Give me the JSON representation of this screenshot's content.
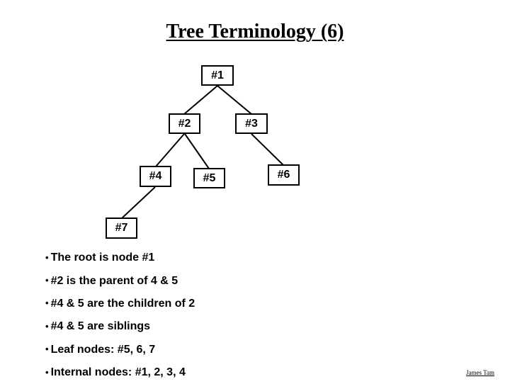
{
  "slide": {
    "title": "Tree Terminology (6)",
    "footer": "James Tam"
  },
  "ui": {
    "bullet_char": "•"
  },
  "tree": {
    "nodes": [
      {
        "label": "#1"
      },
      {
        "label": "#2"
      },
      {
        "label": "#3"
      },
      {
        "label": "#4"
      },
      {
        "label": "#5"
      },
      {
        "label": "#6"
      },
      {
        "label": "#7"
      }
    ],
    "edges": [
      {
        "from": "#1",
        "to": "#2"
      },
      {
        "from": "#1",
        "to": "#3"
      },
      {
        "from": "#2",
        "to": "#4"
      },
      {
        "from": "#2",
        "to": "#5"
      },
      {
        "from": "#3",
        "to": "#6"
      },
      {
        "from": "#4",
        "to": "#7"
      }
    ]
  },
  "bullets": [
    "The root is node #1",
    "#2 is the parent of 4 & 5",
    "#4 & 5 are the children of 2",
    "#4 & 5 are siblings",
    "Leaf nodes: #5, 6, 7",
    "Internal nodes: #1, 2, 3, 4"
  ],
  "colors": {
    "background": "#ffffff",
    "text": "#000000",
    "line": "#000000"
  }
}
